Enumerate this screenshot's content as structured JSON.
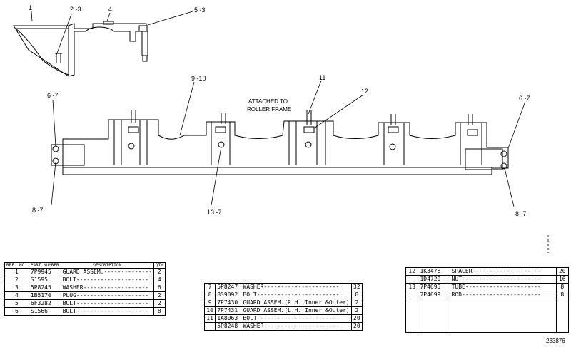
{
  "callouts": {
    "c1": "1",
    "c2": "2 -3",
    "c4": "4",
    "c5": "5 -3",
    "c9": "9 -10",
    "c11": "11",
    "c12": "12",
    "c6_left": "6 -7",
    "c6_right": "6 -7",
    "c8_left": "8 -7",
    "c8_right": "8 -7",
    "c13": "13 -7"
  },
  "annotation": {
    "line1": "ATTACHED TO",
    "line2": "ROLLER FRAME"
  },
  "table1": {
    "headers": {
      "ref": "REF. NO.",
      "part": "PART NUMBER",
      "desc": "DESCRIPTION",
      "qty": "QTY"
    },
    "rows": [
      {
        "ref": "1",
        "part": "7P9945",
        "desc": "GUARD ASSEM.--------------",
        "qty": "2"
      },
      {
        "ref": "2",
        "part": "S1595",
        "desc": "BOLT---------------------",
        "qty": "4"
      },
      {
        "ref": "3",
        "part": "5P8245",
        "desc": "WASHER-------------------",
        "qty": "6"
      },
      {
        "ref": "4",
        "part": "1B5170",
        "desc": "PLUG---------------------",
        "qty": "2"
      },
      {
        "ref": "5",
        "part": "6F3282",
        "desc": "BOLT---------------------",
        "qty": "2"
      },
      {
        "ref": "6",
        "part": "S1566",
        "desc": "BOLT---------------------",
        "qty": "8"
      }
    ]
  },
  "table2": {
    "rows": [
      {
        "ref": "7",
        "part": "5P8247",
        "desc": "WASHER----------------------",
        "qty": "32"
      },
      {
        "ref": "8",
        "part": "8S9092",
        "desc": "BOLT------------------------",
        "qty": "8"
      },
      {
        "ref": "9",
        "part": "7P7430",
        "desc": "GUARD ASSEM.(R.H. Inner &Outer)",
        "qty": "2"
      },
      {
        "ref": "10",
        "part": "7P7431",
        "desc": "GUARD ASSEM.(L.H. Inner &Outer)",
        "qty": "2"
      },
      {
        "ref": "11",
        "part": "1A8063",
        "desc": "BOLT------------------------",
        "qty": "20"
      },
      {
        "ref": "",
        "part": "5P8248",
        "desc": "WASHER----------------------",
        "qty": "20"
      }
    ]
  },
  "table3": {
    "rows": [
      {
        "ref": "12",
        "part": "1K3478",
        "desc": "SPACER--------------------",
        "qty": "20"
      },
      {
        "ref": "",
        "part": "1D4720",
        "desc": "NUT-----------------------",
        "qty": "16"
      },
      {
        "ref": "13",
        "part": "7P4695",
        "desc": "TUBE----------------------",
        "qty": "8"
      },
      {
        "ref": "",
        "part": "7P4699",
        "desc": "ROD-----------------------",
        "qty": "8"
      }
    ]
  },
  "drawing_number": "233876"
}
